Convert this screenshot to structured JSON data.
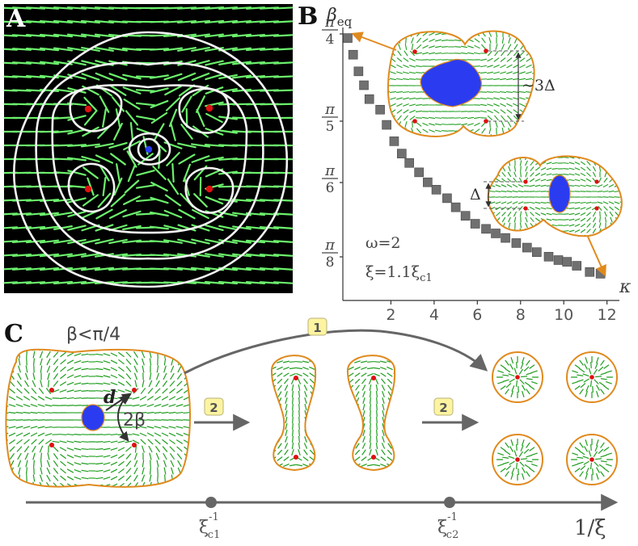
{
  "panels": {
    "a": {
      "letter": "A"
    },
    "b": {
      "letter": "B"
    },
    "c": {
      "letter": "C"
    }
  },
  "panel_b": {
    "y_axis_label_main": "β",
    "y_axis_label_sub": "eq",
    "x_axis_label": "κ",
    "inset_top_label": "~3Δ",
    "inset_mid_label": "Δ",
    "params_omega": "ω=2",
    "params_xi_main": "ξ=1.1ξ",
    "params_xi_sub": "c1"
  },
  "panel_c": {
    "beta_label": "β<π/4",
    "d_label": "d",
    "two_beta_label": "2β",
    "step1_badge": "1",
    "step2a_badge": "2",
    "step2b_badge": "2",
    "axis_label": "1/ξ",
    "xi1_main": "ξ",
    "xi1_sup": "-1",
    "xi1_sub": "c1",
    "xi2_main": "ξ",
    "xi2_sup": "-1",
    "xi2_sub": "c2"
  },
  "colors": {
    "director": "#1f9e1f",
    "director_a": "#6cf06c",
    "boundary": "#e08a1e",
    "defect": "#e01010",
    "droplet": "#2b3cf0",
    "marker": "#707070",
    "badge": "#fcf4a0"
  },
  "chart_data": {
    "type": "scatter",
    "xlabel": "κ",
    "ylabel": "β_eq",
    "xlim": [
      0,
      12.5
    ],
    "x_ticks": [
      2,
      4,
      6,
      8,
      10,
      12
    ],
    "y_ticks": [
      {
        "label_num": "π",
        "label_den": "4",
        "value": 0.7854
      },
      {
        "label_num": "π",
        "label_den": "5",
        "value": 0.6283
      },
      {
        "label_num": "π",
        "label_den": "6",
        "value": 0.5236
      },
      {
        "label_num": "π",
        "label_den": "8",
        "value": 0.3927
      }
    ],
    "x": [
      0.0,
      0.25,
      0.5,
      0.75,
      1.0,
      1.5,
      1.8,
      2.15,
      2.5,
      2.85,
      3.3,
      3.7,
      4.1,
      4.6,
      5.0,
      5.45,
      5.9,
      6.4,
      6.85,
      7.3,
      7.8,
      8.3,
      8.75,
      9.3,
      9.75,
      10.15,
      10.6,
      11.2,
      11.7
    ],
    "values": [
      0.778,
      0.748,
      0.718,
      0.693,
      0.668,
      0.649,
      0.622,
      0.594,
      0.573,
      0.557,
      0.541,
      0.524,
      0.511,
      0.496,
      0.48,
      0.465,
      0.451,
      0.442,
      0.434,
      0.426,
      0.417,
      0.409,
      0.401,
      0.393,
      0.387,
      0.384,
      0.377,
      0.366,
      0.363
    ]
  }
}
